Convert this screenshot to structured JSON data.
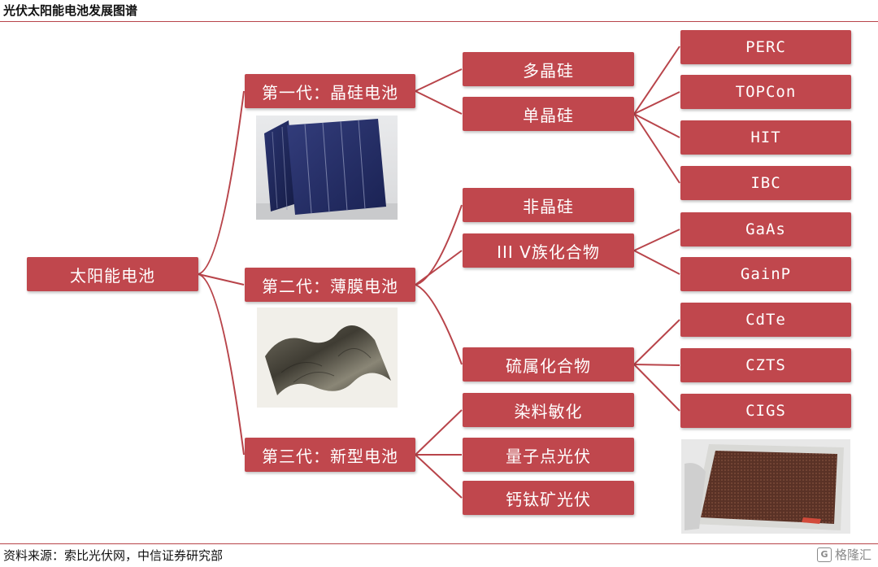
{
  "header": {
    "title": "光伏太阳能电池发展图谱"
  },
  "footer": {
    "source": "资料来源：索比光伏网，中信证券研究部",
    "watermark": "格隆汇",
    "watermark_icon": "gelonghui-logo-icon"
  },
  "colors": {
    "box": "#c0474d",
    "line": "#b8444a",
    "text": "#ffffff"
  },
  "diagram": {
    "root": "太阳能电池",
    "generations": [
      {
        "label": "第一代：晶硅电池"
      },
      {
        "label": "第二代：薄膜电池"
      },
      {
        "label": "第三代：新型电池"
      }
    ],
    "level2": [
      "多晶硅",
      "单晶硅",
      "非晶硅",
      "III V族化合物",
      "硫属化合物",
      "染料敏化",
      "量子点光伏",
      "钙钛矿光伏"
    ],
    "level3": [
      "PERC",
      "TOPCon",
      "HIT",
      "IBC",
      "GaAs",
      "GainP",
      "CdTe",
      "CZTS",
      "CIGS"
    ]
  },
  "images": {
    "gen1": "crystalline-silicon-cells-photo",
    "gen2": "flexible-thin-film-cell-photo",
    "gen3": "perovskite-module-photo"
  }
}
